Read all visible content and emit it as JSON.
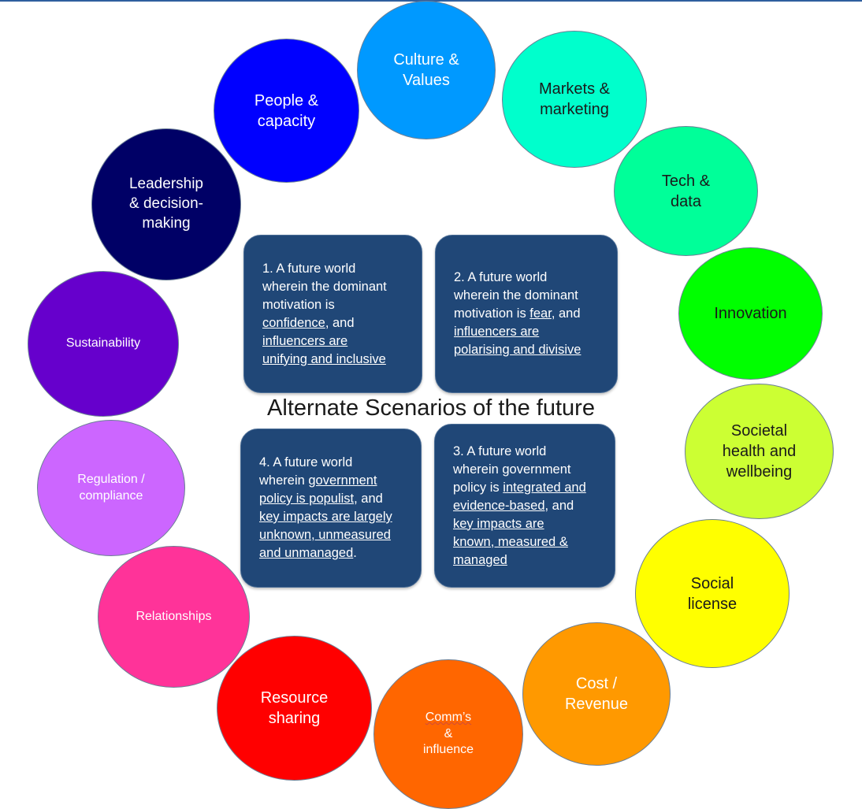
{
  "title": "Alternate Scenarios of the future",
  "circles": [
    {
      "id": "culture",
      "label": "Culture &\nValues",
      "color": "#0099ff",
      "text_color": "#ffffff"
    },
    {
      "id": "markets",
      "label": "Markets &\nmarketing",
      "color": "#00ffcc",
      "text_color": "#1a1a1a"
    },
    {
      "id": "tech",
      "label": "Tech &\ndata",
      "color": "#00ff99",
      "text_color": "#1a1a1a"
    },
    {
      "id": "innovation",
      "label": "Innovation",
      "color": "#00ff00",
      "text_color": "#1a1a1a"
    },
    {
      "id": "societal",
      "label": "Societal\nhealth and\nwellbeing",
      "color": "#ccff33",
      "text_color": "#1a1a1a"
    },
    {
      "id": "social",
      "label": "Social\nlicense",
      "color": "#ffff00",
      "text_color": "#1a1a1a"
    },
    {
      "id": "cost",
      "label": "Cost /\nRevenue",
      "color": "#ff9900",
      "text_color": "#ffffff"
    },
    {
      "id": "comms_pre",
      "label": "Comm’s",
      "color": "#ff6600",
      "text_color": "#ffffff"
    },
    {
      "id": "comms_post",
      "label": " &\ninfluence"
    },
    {
      "id": "resource",
      "label": "Resource\nsharing",
      "color": "#ff0000",
      "text_color": "#ffffff"
    },
    {
      "id": "relationships",
      "label": "Relationships",
      "color": "#ff3399",
      "text_color": "#ffffff"
    },
    {
      "id": "regulation",
      "label": "Regulation /\ncompliance",
      "color": "#cc66ff",
      "text_color": "#ffffff"
    },
    {
      "id": "sustainability",
      "label": "Sustainability",
      "color": "#6600cc",
      "text_color": "#ffffff"
    },
    {
      "id": "leadership",
      "label": "Leadership\n& decision-\nmaking",
      "color": "#000066",
      "text_color": "#ffffff"
    },
    {
      "id": "people",
      "label": "People &\ncapacity",
      "color": "#0000ff",
      "text_color": "#ffffff"
    }
  ],
  "scenarios": {
    "s1": {
      "l1": "1. A future world",
      "l2": "wherein the dominant",
      "l3": "motivation is",
      "l4u": "confidence",
      "l4": ", and",
      "l5u": "influencers are",
      "l6u": "unifying and inclusive"
    },
    "s2": {
      "l1": "2. A future world",
      "l2": "wherein the dominant",
      "l3": "motivation is ",
      "l3u": "fear",
      "l3b": ", and",
      "l4u": "influencers are",
      "l5u": "polarising and divisive"
    },
    "s3": {
      "l1": "3. A future world",
      "l2": "wherein government",
      "l3": "policy is ",
      "l3u": "integrated and",
      "l4u": "evidence-based",
      "l4": ", and",
      "l5u": "key impacts are",
      "l6u": "known, measured &",
      "l7u": "managed"
    },
    "s4": {
      "l1": "4. A future world",
      "l2": "wherein ",
      "l2u": "government",
      "l3u": "policy is populist",
      "l3": ", and",
      "l4u": "key impacts are largely",
      "l5u": "unknown, unmeasured",
      "l6u": "and unmanaged",
      "l6": "."
    }
  }
}
